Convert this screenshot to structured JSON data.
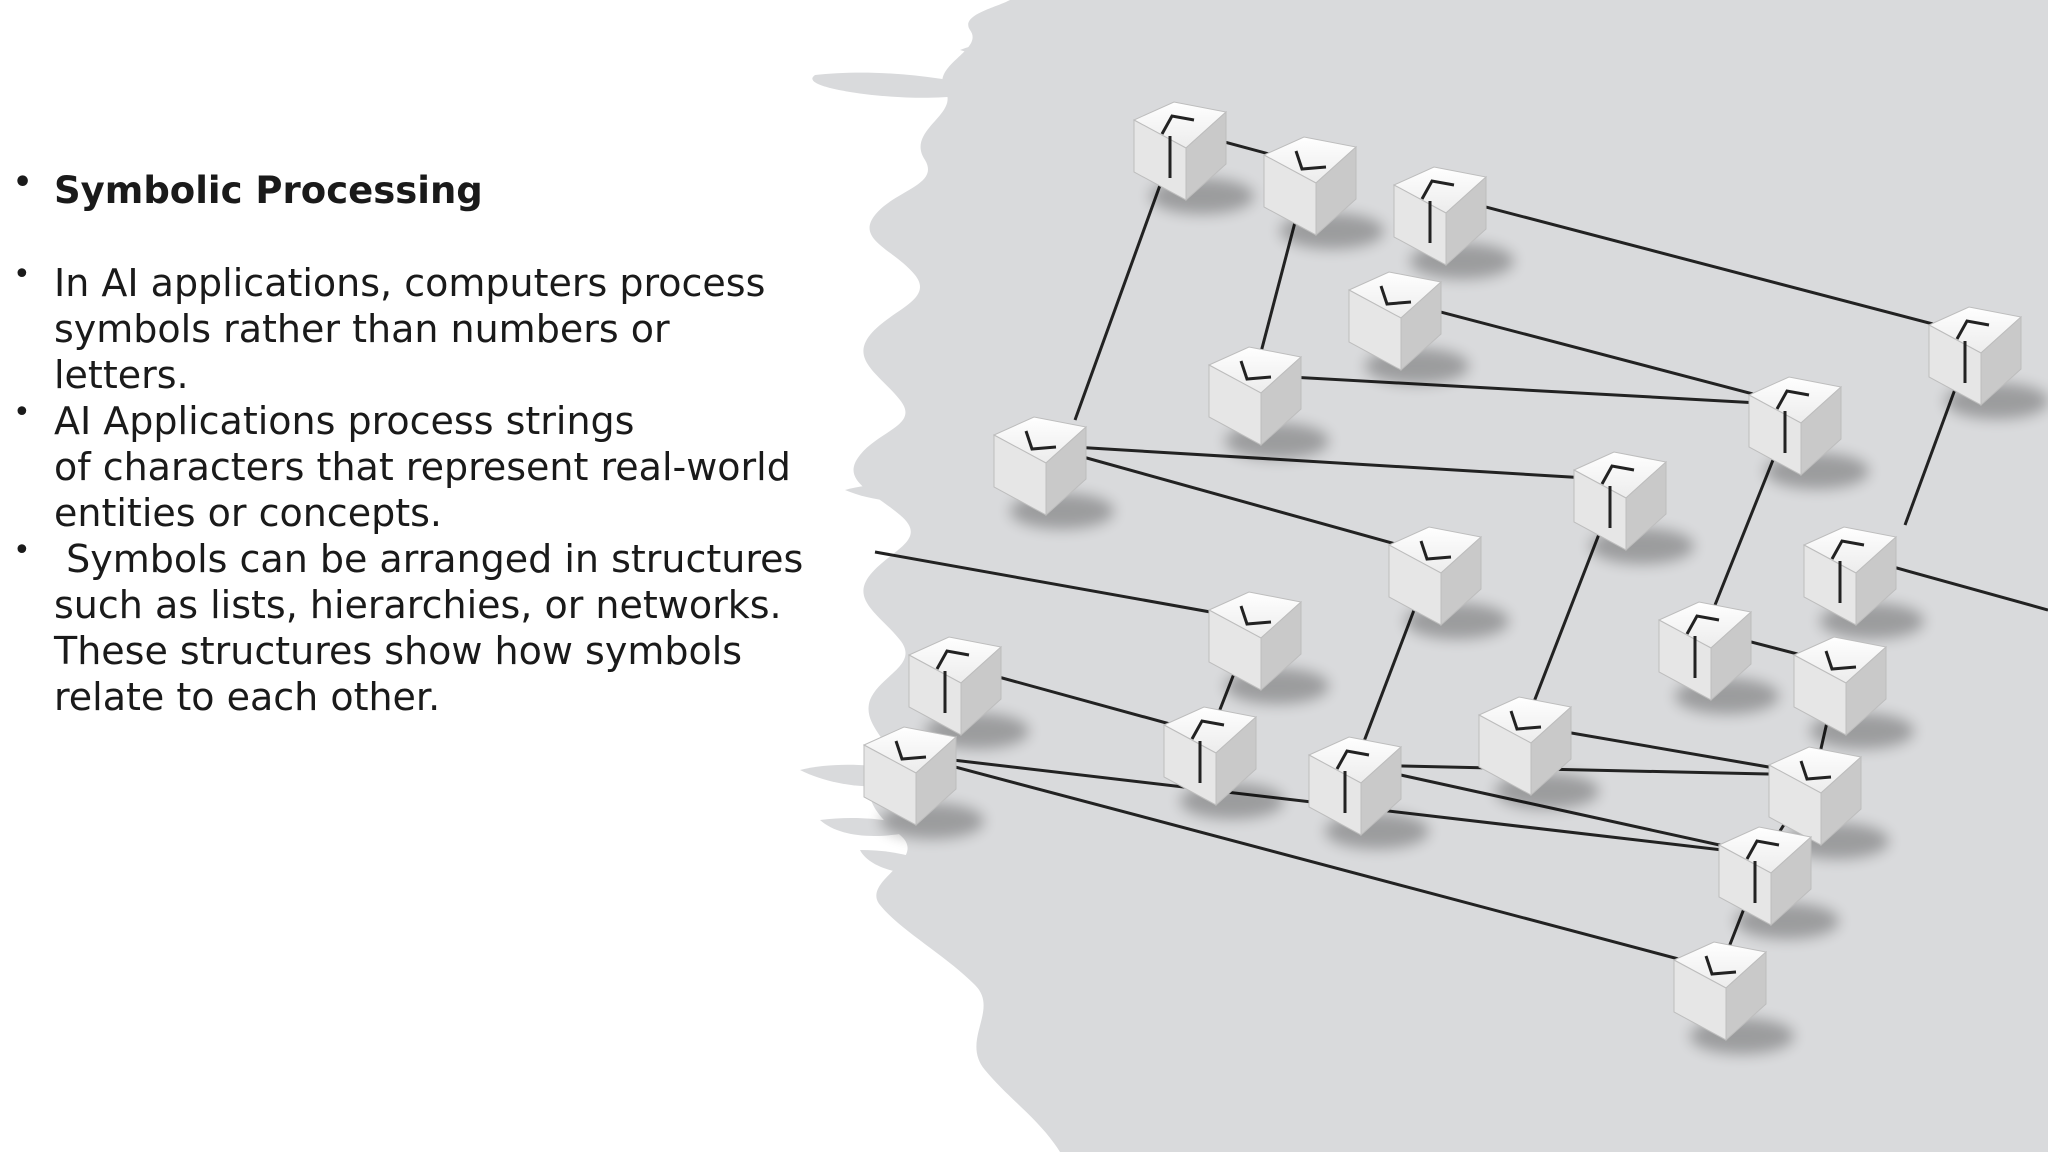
{
  "content": {
    "heading": "Symbolic Processing",
    "bullets": [
      [
        "In  AI applications, computers process",
        "symbols rather than numbers or",
        "letters."
      ],
      [
        "AI Applications process strings",
        "of characters that represent real-world",
        "entities or concepts."
      ],
      [
        " Symbols can be arranged in structures",
        "such as lists, hierarchies, or networks.",
        "These structures show how symbols",
        "relate to each other."
      ]
    ],
    "bullet_glyph": "•"
  },
  "art": {
    "backdrop_color": "#d9dadc",
    "cube_color": "#f2f2f2",
    "line_color": "#222222"
  }
}
